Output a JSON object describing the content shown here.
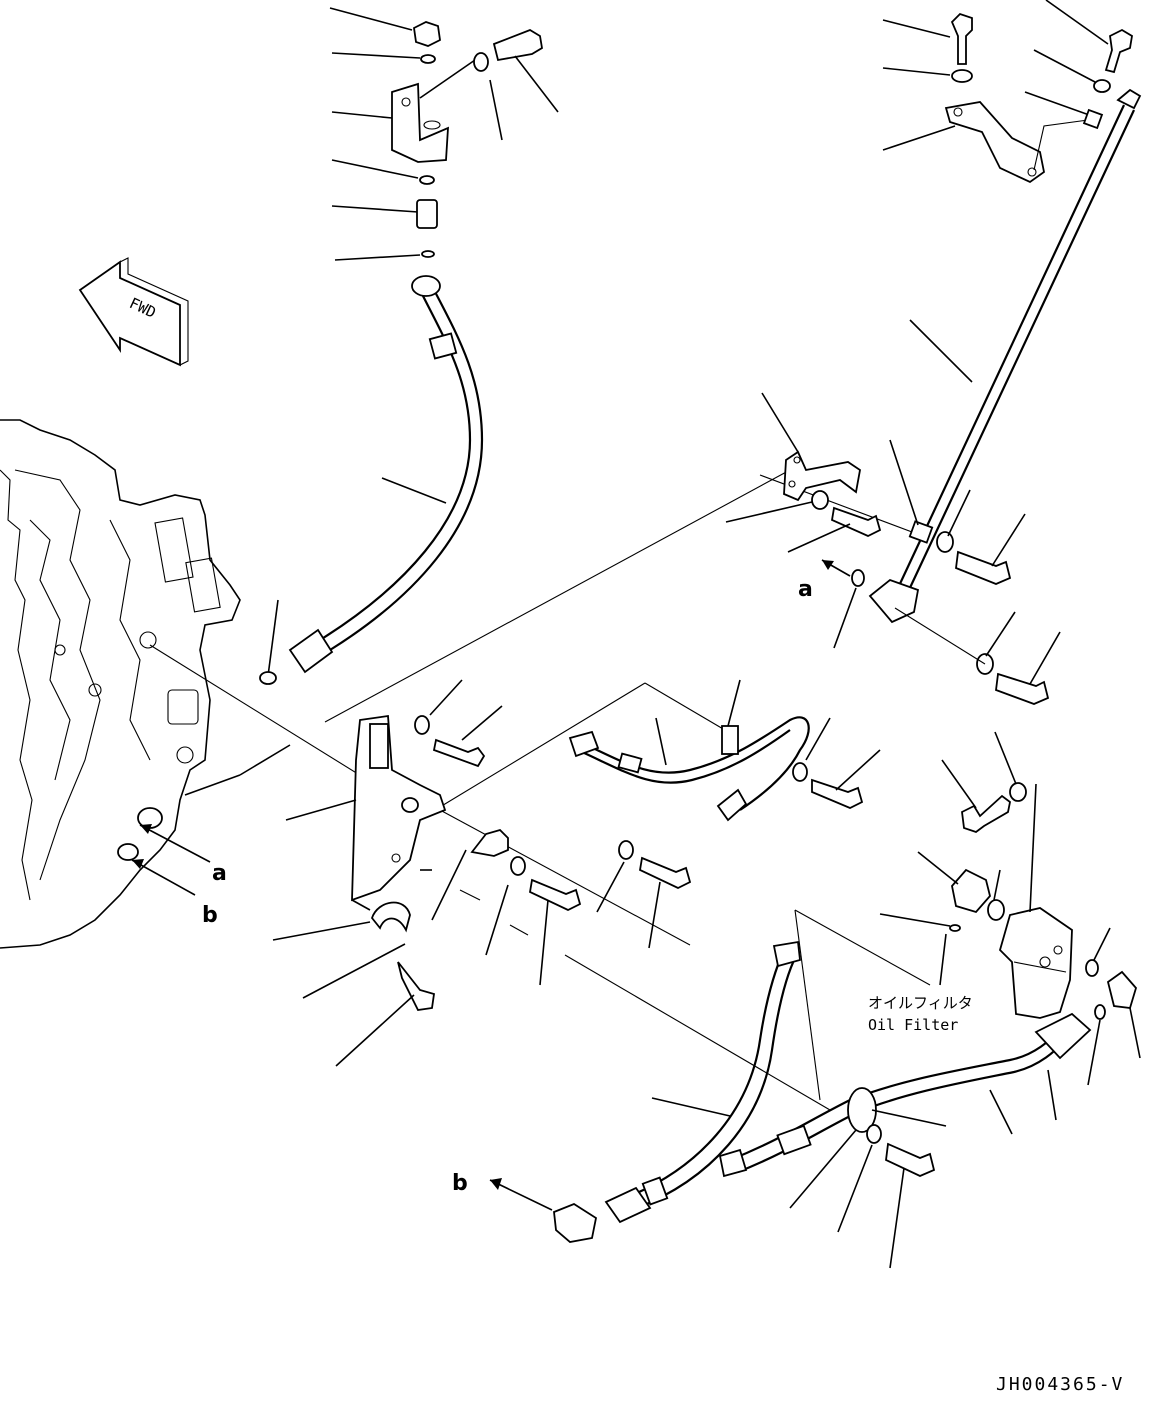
{
  "diagram": {
    "labels": {
      "a_upper": "a",
      "a_lower": "a",
      "b_lower": "b",
      "b_bottom": "b"
    },
    "oil_filter_jp": "オイルフィルタ",
    "oil_filter_en": "Oil Filter",
    "fwd_arrow_text": "FWD",
    "drawing_code": "JH004365-V"
  }
}
